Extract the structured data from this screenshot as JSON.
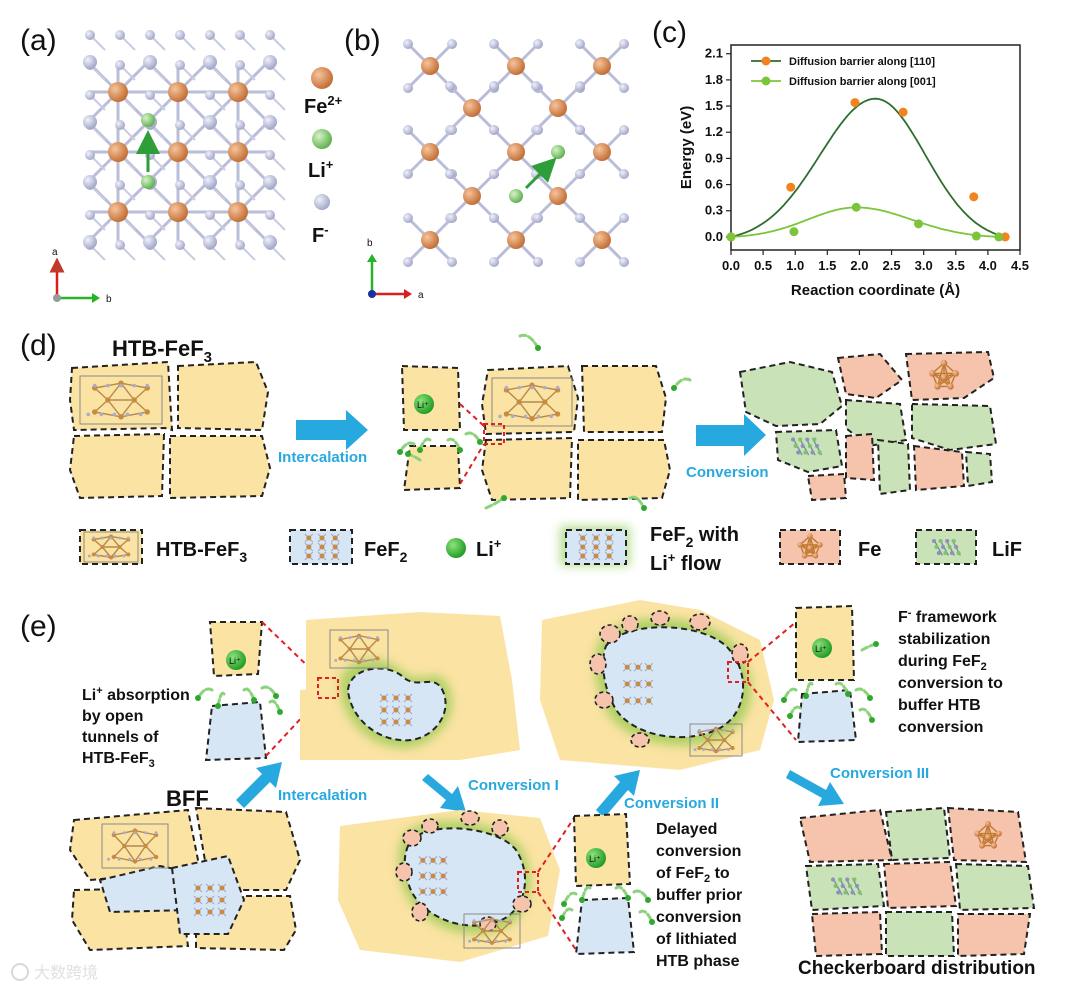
{
  "panels": {
    "a": "(a)",
    "b": "(b)",
    "c": "(c)",
    "d": "(d)",
    "e": "(e)"
  },
  "crystal_legend": {
    "fe": "Fe",
    "fe_sup": "2+",
    "li": "Li",
    "li_sup": "+",
    "f": "F",
    "f_sup": "-"
  },
  "axes_a": {
    "a": "a",
    "b": "b"
  },
  "axes_b": {
    "b": "b",
    "a": "a"
  },
  "panel_d": {
    "title": "HTB-FeF",
    "title_sub": "3",
    "arrow1": "Intercalation",
    "arrow2": "Conversion",
    "li_tag": "Li⁺"
  },
  "legend_d": {
    "htb": "HTB-FeF",
    "htb_sub": "3",
    "fef2": "FeF",
    "fef2_sub": "2",
    "li": "Li",
    "li_sup": "+",
    "flow1": "FeF",
    "flow1_sub": "2",
    "flow1_rest": " with",
    "flow2": "Li",
    "flow2_sup": "+",
    "flow2_rest": " flow",
    "fe": "Fe",
    "lif": "LiF"
  },
  "panel_e": {
    "bff": "BFF",
    "intercalation": "Intercalation",
    "conv1": "Conversion I",
    "conv2": "Conversion II",
    "conv3": "Conversion III",
    "abs_line1": "Li",
    "abs_line1_sup": "+",
    "abs_line1_rest": " absorption",
    "abs_line2": "by open",
    "abs_line3": "tunnels of",
    "abs_line4": "HTB-FeF",
    "abs_line4_sub": "3",
    "f_line1": "F",
    "f_line1_sup": "-",
    "f_line1_rest": " framework",
    "f_line2": "stabilization",
    "f_line3": "during FeF",
    "f_line3_sub": "2",
    "f_line4": "conversion to",
    "f_line5": "buffer HTB",
    "f_line6": "conversion",
    "del_line1": "Delayed",
    "del_line2": "conversion",
    "del_line3": "of FeF",
    "del_line3_sub": "2",
    "del_line3_rest": " to",
    "del_line4": "buffer prior",
    "del_line5": "conversion",
    "del_line6": "of lithiated",
    "del_line7": "HTB phase",
    "checker": "Checkerboard distribution",
    "li_tag": "Li⁺"
  },
  "watermark": "大数跨境",
  "colors": {
    "fe": "#d98a4e",
    "li": "#7cc46a",
    "f": "#b7bbd8",
    "yellow": "#fbe3a4",
    "blue": "#d6e6f5",
    "pink": "#f6c4ac",
    "green": "#c9e2b8",
    "arrow": "#27a9df",
    "dark_green": "#2f7f2f",
    "light_green": "#7cc43a"
  },
  "chart_data": {
    "type": "line",
    "title": "",
    "xlabel": "Reaction coordinate (Å)",
    "ylabel": "Energy (eV)",
    "xlim": [
      0.0,
      4.5
    ],
    "ylim": [
      -0.15,
      2.2
    ],
    "xticks": [
      0.0,
      0.5,
      1.0,
      1.5,
      2.0,
      2.5,
      3.0,
      3.5,
      4.0,
      4.5
    ],
    "yticks": [
      0.0,
      0.3,
      0.6,
      0.9,
      1.2,
      1.5,
      1.8,
      2.1
    ],
    "xtick_labels": [
      "0.0",
      "0.5",
      "1.0",
      "1.5",
      "2.0",
      "2.5",
      "3.0",
      "3.5",
      "4.0",
      "4.5"
    ],
    "ytick_labels": [
      "0.0",
      "0.3",
      "0.6",
      "0.9",
      "1.2",
      "1.5",
      "1.8",
      "2.1"
    ],
    "legend_position": "top-left",
    "series": [
      {
        "name": "Diffusion barrier along [110]",
        "color": "#f2831f",
        "line_color": "#2d6e2d",
        "x": [
          0.0,
          0.93,
          1.93,
          2.68,
          3.78,
          4.27
        ],
        "y": [
          0.0,
          0.57,
          1.54,
          1.43,
          0.46,
          0.0
        ],
        "peak": {
          "x": 2.25,
          "y": 1.64
        }
      },
      {
        "name": "Diffusion barrier along [001]",
        "color": "#7cc43a",
        "line_color": "#7cc43a",
        "x": [
          0.0,
          0.98,
          1.95,
          2.92,
          3.82,
          4.17
        ],
        "y": [
          0.0,
          0.06,
          0.34,
          0.15,
          0.01,
          0.0
        ],
        "peak": {
          "x": 1.95,
          "y": 0.35
        }
      }
    ]
  }
}
